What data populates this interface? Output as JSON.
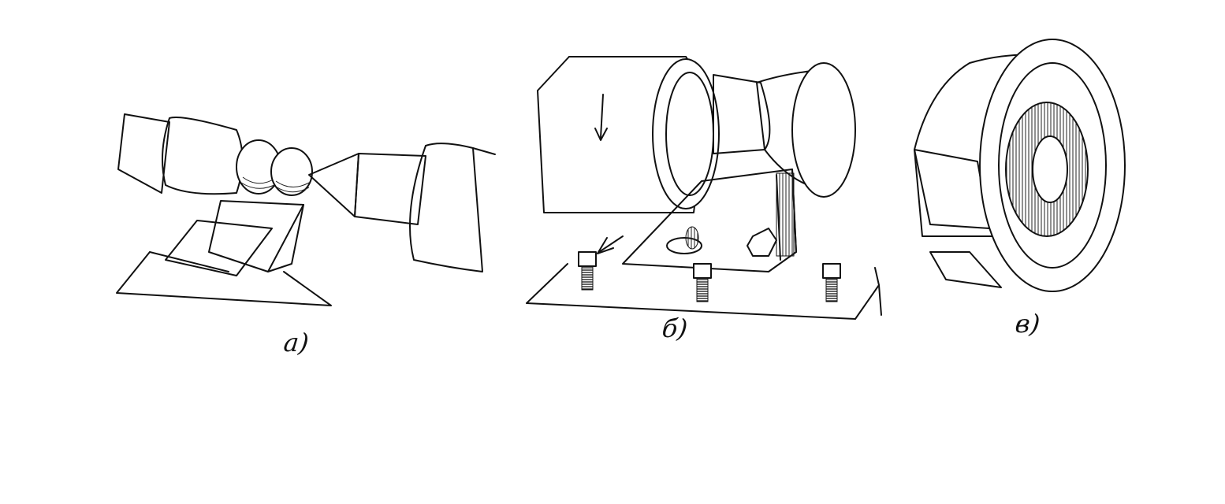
{
  "figure": {
    "captions": {
      "a": "а)",
      "b": "б)",
      "c": "в)"
    }
  }
}
